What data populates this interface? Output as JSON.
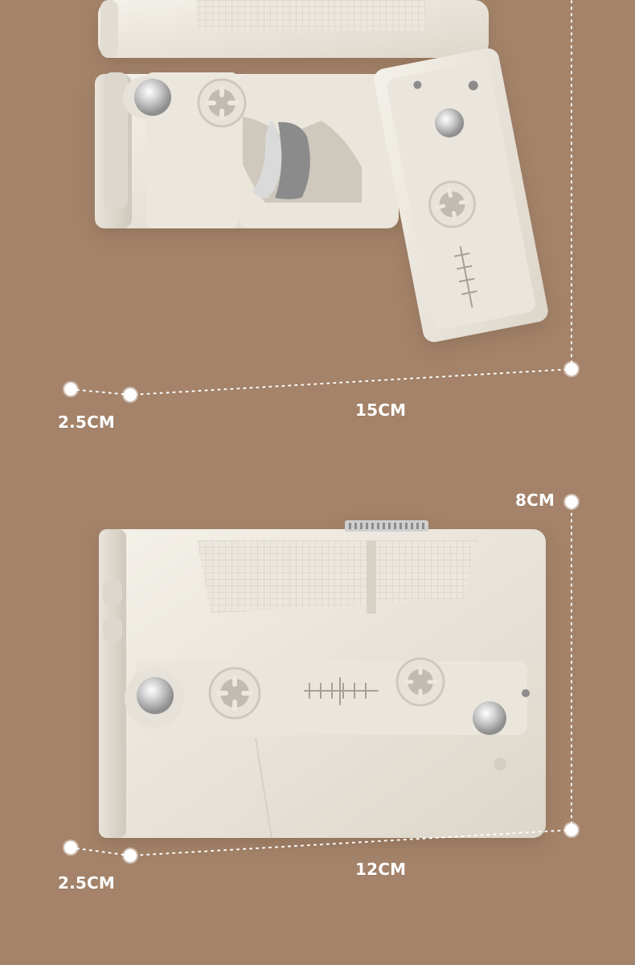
{
  "colors": {
    "background": "#a4836a",
    "object_main": "#ece8de",
    "object_shadow": "#d7d0c3",
    "metal": "#c8c8c8",
    "label": "#ffffff"
  },
  "top_view": {
    "width_label": "2.5CM",
    "length_label": "15CM"
  },
  "bottom_view": {
    "width_label": "2.5CM",
    "length_label": "12CM",
    "height_label": "8CM"
  }
}
